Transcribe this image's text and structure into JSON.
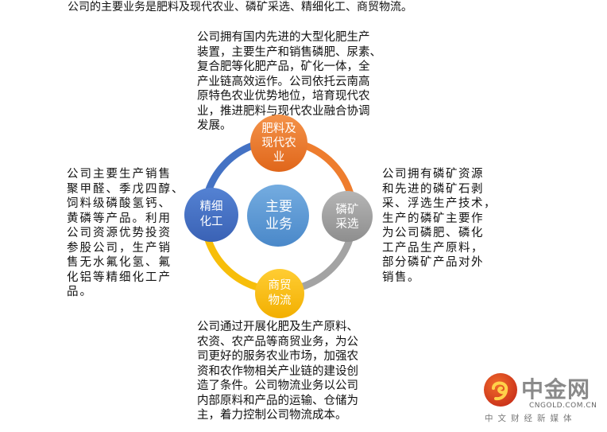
{
  "intro": "公司的主要业务是肥料及现代农业、磷矿采选、精细化工、商贸物流。",
  "diagram": {
    "center": {
      "label_line1": "主要",
      "label_line2": "业务",
      "color": "#5B9BD5"
    },
    "nodes": [
      {
        "id": "top",
        "label_line1": "肥料及",
        "label_line2": "现代农",
        "label_line3": "业",
        "color": "#ED7D31"
      },
      {
        "id": "right",
        "label_line1": "磷矿",
        "label_line2": "采选",
        "color": "#A5A5A5"
      },
      {
        "id": "bottom",
        "label_line1": "商贸",
        "label_line2": "物流",
        "color": "#FFC000"
      },
      {
        "id": "left",
        "label_line1": "精细",
        "label_line2": "化工",
        "color": "#4472C4"
      }
    ]
  },
  "descriptions": {
    "top": [
      "公司拥有国内先进的大型化肥生产",
      "装置，主要生产和销售磷肥、尿素、",
      "复合肥等化肥产品，矿化一体，全",
      "产业链高效运作。公司依托云南高",
      "原特色农业优势地位，培育现代农",
      "业，推进肥料与现代农业融合协调",
      "发展。"
    ],
    "left": [
      "公司主要生产销售",
      "聚甲醛、季戊四醇、",
      "饲料级磷酸氢钙、",
      "黄磷等产品。利用",
      "公司资源优势投资",
      "参股公司，生产销",
      "售无水氟化氢、氟",
      "化铝等精细化工产",
      "品。"
    ],
    "right": [
      "公司拥有磷矿资源",
      "和先进的磷矿石剥",
      "采、浮选生产技术，",
      "生产的磷矿主要作",
      "为公司磷肥、磷化",
      "工产品生产原料，",
      "部分磷矿产品对外",
      "销售。"
    ],
    "bottom": [
      "公司通过开展化肥及生产原料、",
      "农资、农产品等商贸业务，为公",
      "司更好的服务农业市场，加强农",
      "资和农作物相关产业链的建设创",
      "造了条件。公司物流业务以公司",
      "内部原料和产品的运输、仓储为",
      "主，着力控制公司物流成本。"
    ]
  },
  "watermark": {
    "name": "中金网",
    "url": "CNGOLD.COM.CN",
    "tagline": "中文财经新媒体"
  }
}
